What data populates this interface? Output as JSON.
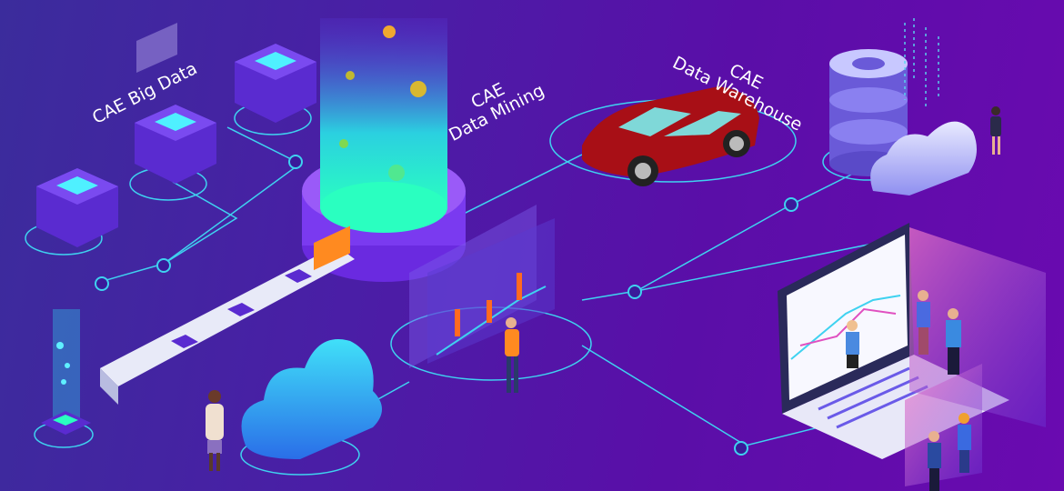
{
  "labels": {
    "big_data": "CAE Big Data",
    "mining_line1": "CAE",
    "mining_line2": "Data Mining",
    "warehouse_line1": "CAE",
    "warehouse_line2": "Data Warehouse"
  },
  "colors": {
    "line": "#3fd2f0",
    "server_top": "#4ff0ff",
    "server_body": "#5a2bd0",
    "car": "#a80f16",
    "cloud": "#35b8f0"
  }
}
